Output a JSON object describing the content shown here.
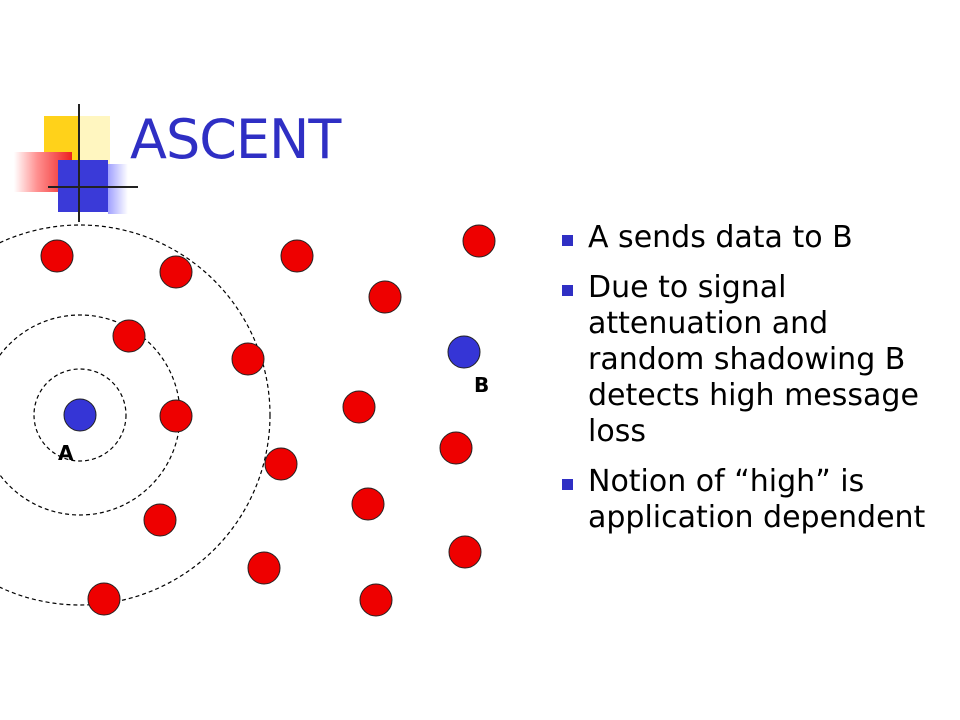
{
  "slide": {
    "title": "ASCENT",
    "bullets": [
      "A sends data to B",
      "Due to signal attenuation and random shadowing B detects high message loss",
      "Notion of “high” is application dependent"
    ]
  },
  "diagram": {
    "node_a_label": "A",
    "node_b_label": "B",
    "colors": {
      "active_node": "#3535d6",
      "passive_node": "#ee0000",
      "accent": "#2f2fc4"
    }
  }
}
